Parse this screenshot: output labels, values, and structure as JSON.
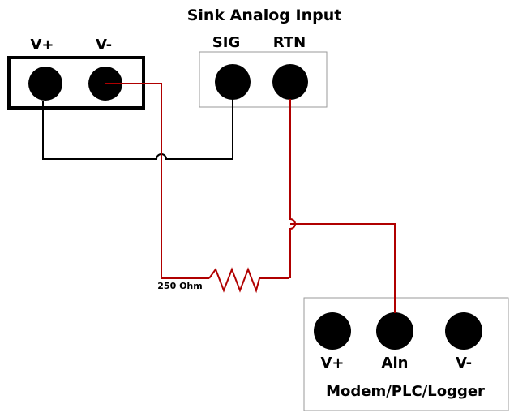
{
  "title": "Sink Analog Input",
  "power_supply": {
    "terminals": {
      "plus": "V+",
      "minus": "V-"
    }
  },
  "sensor": {
    "terminals": {
      "sig": "SIG",
      "rtn": "RTN"
    }
  },
  "resistor": {
    "label": "250 Ohm"
  },
  "logger": {
    "name": "Modem/PLC/Logger",
    "terminals": {
      "plus": "V+",
      "ain": "Ain",
      "minus": "V-"
    }
  },
  "colors": {
    "wire_black": "#000000",
    "wire_red": "#b00000",
    "box_gray": "#9a9a9a",
    "box_black": "#000000"
  }
}
